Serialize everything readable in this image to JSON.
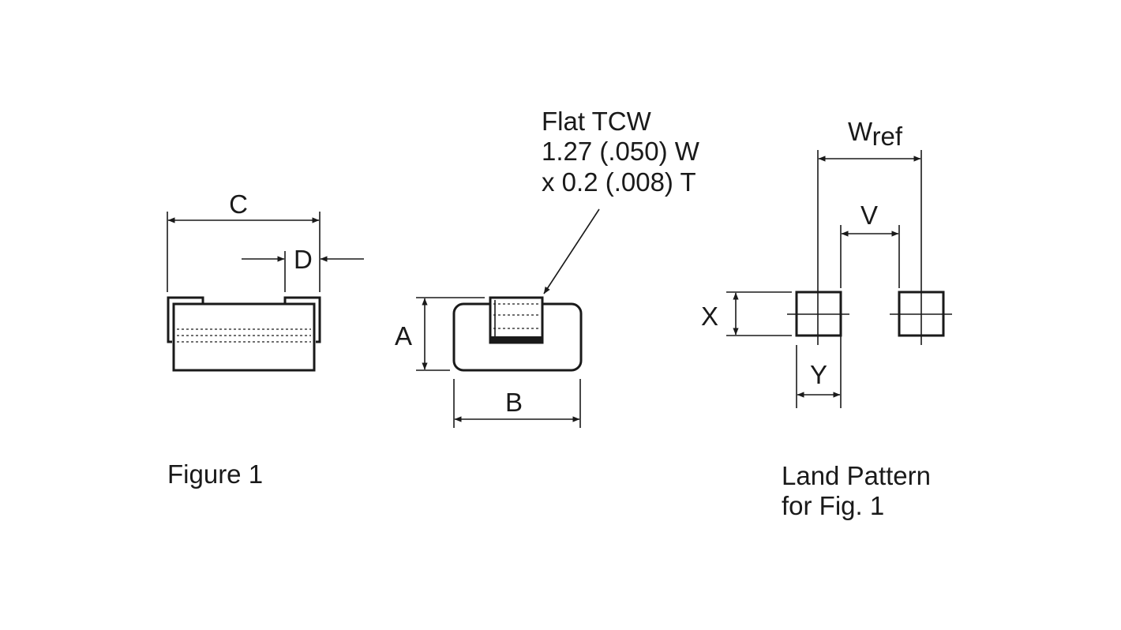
{
  "figure_caption": "Figure 1",
  "land_caption_line1": "Land Pattern",
  "land_caption_line2": "for Fig. 1",
  "callout": {
    "line1": "Flat TCW",
    "line2": "1.27 (.050) W",
    "line3": "x 0.2 (.008) T"
  },
  "dimension_labels": {
    "A": "A",
    "B": "B",
    "C": "C",
    "D": "D",
    "V": "V",
    "W": "W",
    "W_subscript": "ref",
    "X": "X",
    "Y": "Y"
  },
  "colors": {
    "ink": "#1a1a1a",
    "background": "#ffffff"
  }
}
